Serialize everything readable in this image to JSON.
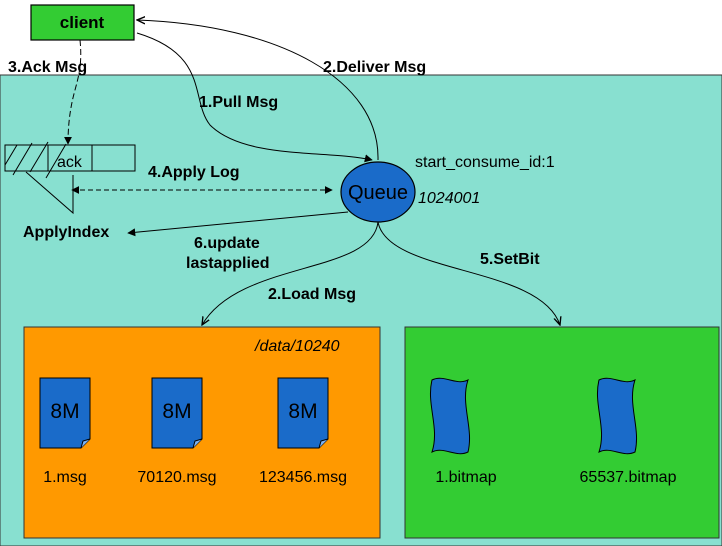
{
  "client": {
    "label": "client"
  },
  "steps": {
    "ack": "3.Ack Msg",
    "deliver": "2.Deliver Msg",
    "pull": "1.Pull Msg",
    "apply_log": "4.Apply Log",
    "update_line1": "6.update",
    "update_line2": "lastapplied",
    "load": "2.Load Msg",
    "setbit": "5.SetBit"
  },
  "log": {
    "ack_label": "ack",
    "apply_index": "ApplyIndex"
  },
  "queue": {
    "label": "Queue",
    "start_consume": "start_consume_id:1",
    "id_value": "1024001"
  },
  "storage": {
    "path": "/data/10240",
    "files": [
      {
        "size": "8M",
        "name": "1.msg"
      },
      {
        "size": "8M",
        "name": "70120.msg"
      },
      {
        "size": "8M",
        "name": "123456.msg"
      }
    ]
  },
  "bitmaps": {
    "files": [
      {
        "name": "1.bitmap"
      },
      {
        "name": "65537.bitmap"
      }
    ]
  },
  "colors": {
    "teal_panel": "#88E0D0",
    "orange_panel": "#FF9900",
    "green_panel": "#33CC33",
    "client_box": "#33CC33",
    "doc_blue": "#1A6BC9",
    "queue_blue": "#1A6BC9"
  }
}
